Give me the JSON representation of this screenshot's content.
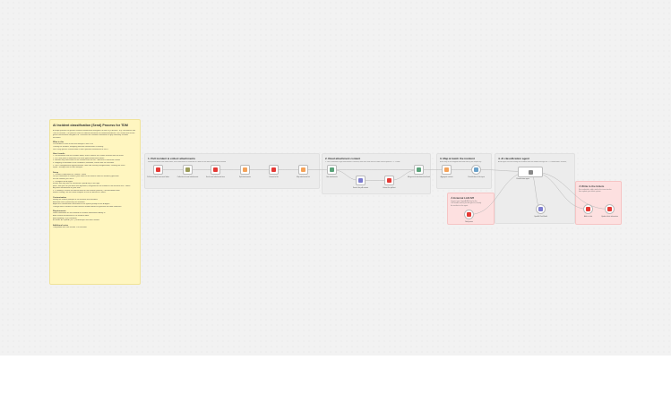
{
  "main_note": {
    "title": "AI incident classification (Send) Process for TDM",
    "intro": [
      "A simple process for generic incident classification using AI/LLM with SQL Access / SQL Warehouse into",
      "Time to Restore. The process uses an inbound connector for inbound-incidents / MS Teams and results",
      "gather and incident using AI/LLM. Classifies the customer information in gap summary sections",
      "and more."
    ],
    "sections": [
      {
        "heading": "What is this",
        "lines": [
          "Pull incident in from e-mail and analyse it with LLM",
          "Classify the incident, assigning relevant classification & severity",
          "Set a very specific classification to their specialist statements to use it."
        ]
      },
      {
        "heading": "How it works",
        "lines": [
          "1. Pull incidents from the incident inbox, which collects MS Teams sessions into the ticket",
          "2. Do a first pass to determine the ticket type/classification labels",
          "3. Bundles any attachment to the incident from the file: - Add text in extraction results",
          "4. Mapping all metadata to all conditions, metadata, values with the customer",
          "5. Use a categorization agent/classifier, data and severity categorisation, creating the initial",
          "   report - enough time for data analysis."
        ]
      },
      {
        "heading": "Setup",
        "lines": [
          "1. Connect credentials for Outlook / Gmail",
          "   Set up credentials to connect your inbox to the bounce inbox on incident@quantum",
          "   are not needed, just use it.",
          "2. Configure the AI agent",
          "   Ensure this step has the connected OpenAI key in the right",
          "   place, and you can pull data from dynamics, integrated on the outlook in the instance info + Notes",
          "   Any more information on your side.",
          "3. To modify it, ensure the default note for the incident (feature) - link dashboard filter",
          "   Before running, use the email template to run the bound in a notes."
        ]
      },
      {
        "heading": "Customization",
        "lines": [
          "Modify the various prompts of the incident and metadata",
          "Add data from a previously run workflow",
          "Adjust the classification thresholds in the system prompt of the AI Agent",
          "Change which columns to write and the incident details to generate the data extraction"
        ]
      },
      {
        "heading": "Requirements",
        "lines": [
          "Read credentials are not needed for incident information: Ability to",
          "Add: incident information in the incident inbox",
          "Add capability: SQL/Database",
          "AI Model: An OpenAI (GPT) or Anthropic and other models"
        ]
      },
      {
        "heading": "Additional notes",
        "lines": [
          "Compatible with n8n version 1.40 and later"
        ]
      }
    ]
  },
  "sections": [
    {
      "title": "1. Pull incident & collect attachments",
      "sub": "Retrieve incidents from email inbox, each attachment is extracted in a batch in the data to parse and scanned"
    },
    {
      "title": "2. Read attachment content",
      "sub": "1. Use a converter to get attachment's contents; then each item into the code used to process - 2. Create"
    },
    {
      "title": "3. Map & batch the incident",
      "sub": "Batch any of the mapped fields and filter by the output key"
    },
    {
      "title": "4. AI classification agent",
      "sub": "An AI agent that will classify the incident from the incident through the 'IT Classification' scheme,"
    }
  ],
  "red_notes": [
    {
      "title": "⚠ External LLM API",
      "lines": [
        "Connect your OpenAI API key for the",
        "LLM model used by the AI agent to classify",
        "the incident in the agent."
      ]
    },
    {
      "title": "⚠ Write to the tickets",
      "lines": [
        "Set credentials, add a tool to the issue tracker",
        "then update your ticket system."
      ]
    }
  ],
  "nodes": [
    {
      "id": "n1",
      "label": "Pull the incident from email inbox",
      "color": "#e53935"
    },
    {
      "id": "n2",
      "label": "Collection of email attachments",
      "color": "#9c9c5a"
    },
    {
      "id": "n3",
      "label": "Each email attachment item",
      "color": "#e53935"
    },
    {
      "id": "n4",
      "label": "Split attachments",
      "color": "#f4a259"
    },
    {
      "id": "n5",
      "label": "Convert to file",
      "color": "#e53935"
    },
    {
      "id": "n6",
      "label": "Map attachment list",
      "color": "#f4a259"
    },
    {
      "id": "n7",
      "label": "Get attachments",
      "color": "#5aa37a"
    },
    {
      "id": "n8",
      "label": "Search the pdf content",
      "color": "#7c7ccf"
    },
    {
      "id": "n9",
      "label": "Extract the pdf text",
      "color": "#e53935"
    },
    {
      "id": "n10",
      "label": "Merge each attachment text back",
      "color": "#5aa37a"
    },
    {
      "id": "n11",
      "label": "Aggregate content",
      "color": "#f4a259"
    },
    {
      "id": "n12",
      "label": "Classification of the input",
      "color": "#6aa1c9"
    },
    {
      "id": "n13",
      "label": "Classification agent",
      "color": "#888888"
    },
    {
      "id": "n14",
      "label": "OpenAI Chat Model",
      "color": "#7c7ccf"
    },
    {
      "id": "n15",
      "label": "Add to ticket",
      "color": "#e53935"
    },
    {
      "id": "n16",
      "label": "Update ticket information",
      "color": "#e53935"
    },
    {
      "id": "n17",
      "label": "Notify team",
      "color": "#e53935"
    }
  ]
}
